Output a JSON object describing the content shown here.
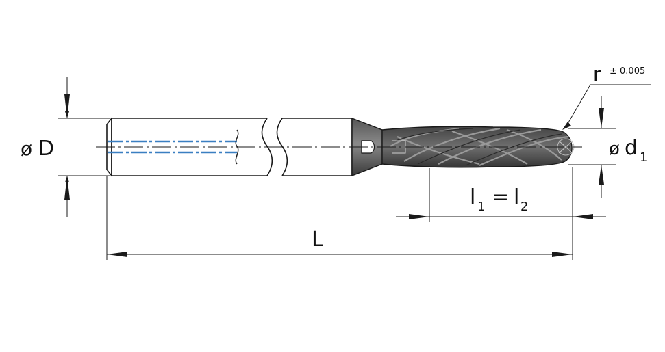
{
  "labels": {
    "D_symbol": "ø",
    "D_text": "D",
    "d_symbol": "ø",
    "d_text": "d",
    "d_sub": "1",
    "r_text": "r",
    "r_tol": "± 0.005",
    "l1_text": "l",
    "l1_sub": "1",
    "eq": "=",
    "l2_text": "l",
    "l2_sub": "2",
    "L_text": "L"
  },
  "colors": {
    "line": "#1a1a1a",
    "coolant_channel": "#3a7fc1",
    "shank_tip_dark": "#3e3e3e",
    "shank_tip_mid": "#6e6e6e",
    "flute_highlight": "#9a9a9a"
  }
}
